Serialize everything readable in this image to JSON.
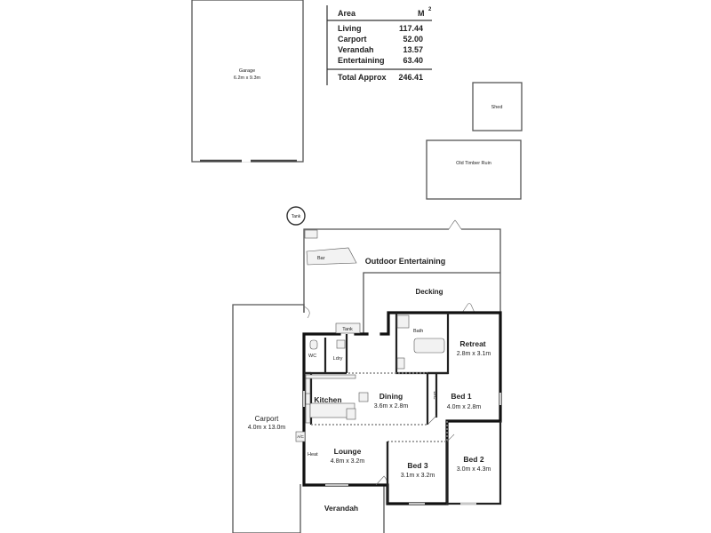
{
  "area_table": {
    "header_label": "Area",
    "header_unit": "M",
    "header_unit_sup": "2",
    "rows": [
      {
        "label": "Living",
        "value": "117.44"
      },
      {
        "label": "Carport",
        "value": "52.00"
      },
      {
        "label": "Verandah",
        "value": "13.57"
      },
      {
        "label": "Entertaining",
        "value": "63.40"
      }
    ],
    "total_label": "Total Approx",
    "total_value": "246.41"
  },
  "outbuildings": {
    "garage": {
      "name": "Garage",
      "dims": "6.2m x 9.3m"
    },
    "shed": {
      "name": "Shed"
    },
    "ruin": {
      "name": "Old Timber Ruin"
    }
  },
  "labels": {
    "tank_top": "Tank",
    "bar": "Bar",
    "outdoor": "Outdoor Entertaining",
    "decking": "Decking",
    "tank_small": "Tank",
    "bath": "Bath",
    "wc": "WC",
    "ldry": "Ldry",
    "bic": "BIC",
    "ac": "A/C",
    "heat": "Heat",
    "verandah": "Verandah"
  },
  "rooms": {
    "retreat": {
      "name": "Retreat",
      "dims": "2.8m x 3.1m"
    },
    "kitchen": {
      "name": "Kitchen"
    },
    "dining": {
      "name": "Dining",
      "dims": "3.6m x 2.8m"
    },
    "bed1": {
      "name": "Bed 1",
      "dims": "4.0m x 2.8m"
    },
    "carport": {
      "name": "Carport",
      "dims": "4.0m x 13.0m"
    },
    "lounge": {
      "name": "Lounge",
      "dims": "4.8m x 3.2m"
    },
    "bed3": {
      "name": "Bed 3",
      "dims": "3.1m x 3.2m"
    },
    "bed2": {
      "name": "Bed 2",
      "dims": "3.0m x 4.3m"
    }
  }
}
